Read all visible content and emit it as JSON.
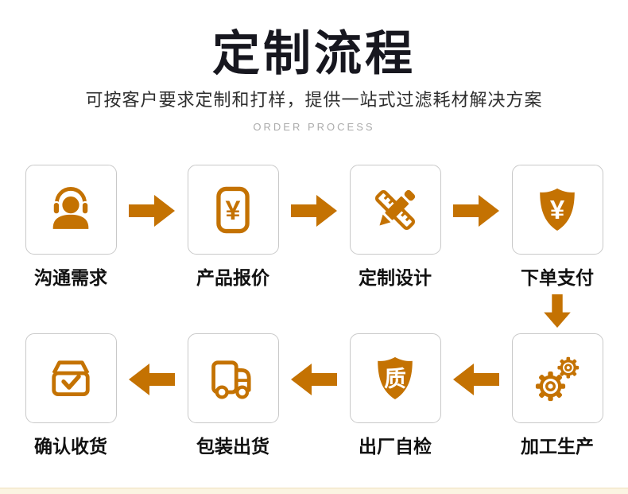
{
  "header": {
    "title": "定制流程",
    "subtitle": "可按客户要求定制和打样，提供一站式过滤耗材解决方案",
    "tagline": "ORDER PROCESS"
  },
  "steps": [
    {
      "label": "沟通需求",
      "icon": "service-headset"
    },
    {
      "label": "产品报价",
      "icon": "quote-yen-card"
    },
    {
      "label": "定制设计",
      "icon": "pencil-ruler"
    },
    {
      "label": "下单支付",
      "icon": "shield-yen"
    },
    {
      "label": "加工生产",
      "icon": "gears"
    },
    {
      "label": "出厂自检",
      "icon": "shield-quality"
    },
    {
      "label": "包装出货",
      "icon": "delivery-truck"
    },
    {
      "label": "确认收货",
      "icon": "box-check"
    }
  ],
  "symbols": {
    "yen": "¥",
    "quality": "质"
  },
  "colors": {
    "accent": "#C47202",
    "title_text": "#17171F",
    "subtitle_text": "#2E2E2E",
    "tagline_text": "#ABABAB",
    "card_border": "#C9C9C9",
    "footer_band": "#FBF4E2",
    "footer_band_border": "#EFE0BC"
  }
}
